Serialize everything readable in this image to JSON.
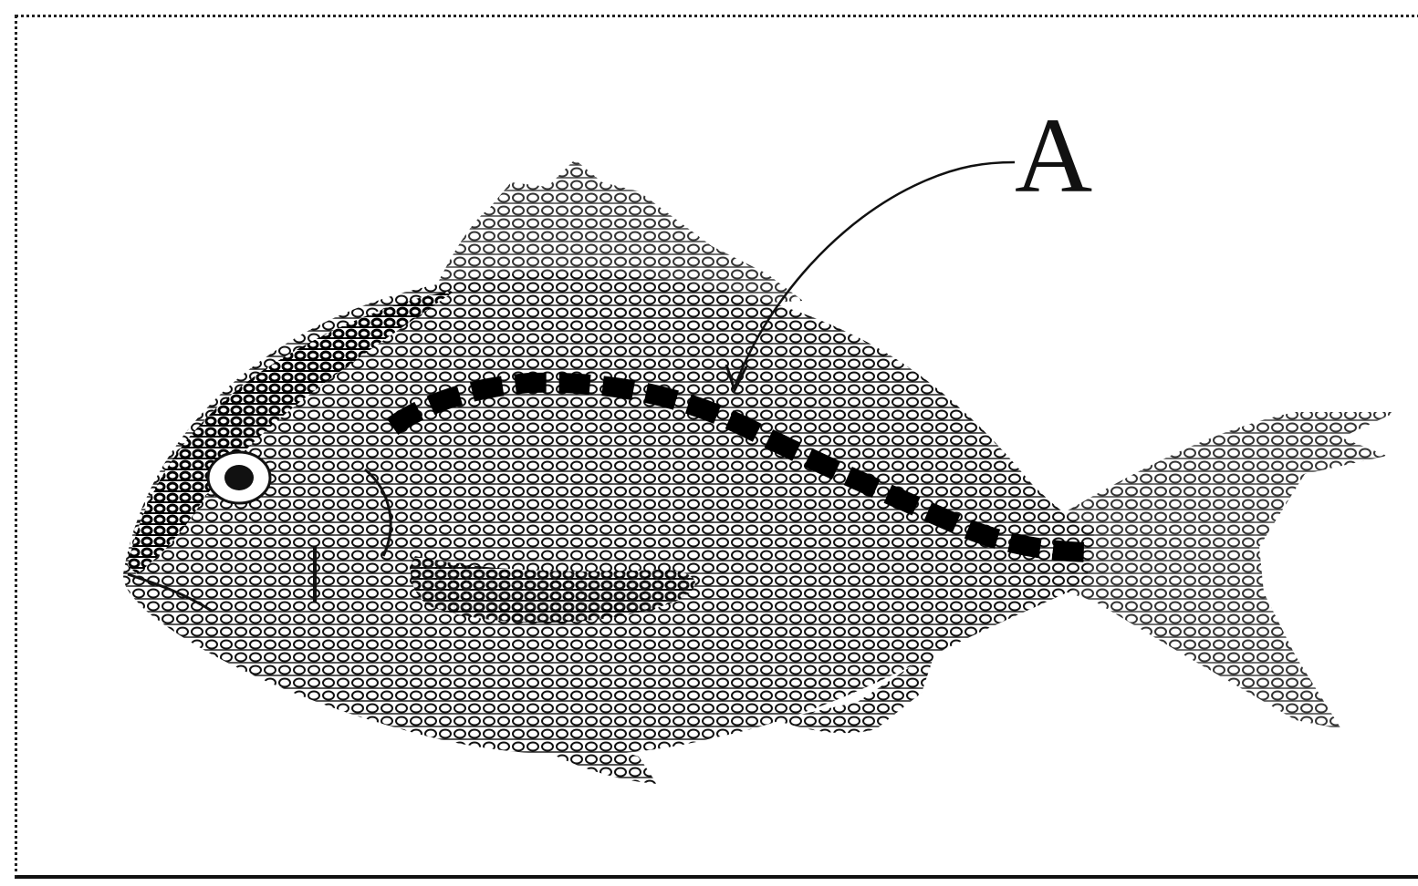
{
  "diagram": {
    "label_a": "A",
    "colors": {
      "ink": "#111111",
      "frame": "#222222",
      "background": "#ffffff"
    },
    "subject": "fish-illustration",
    "callout_target": "lateral-line"
  }
}
